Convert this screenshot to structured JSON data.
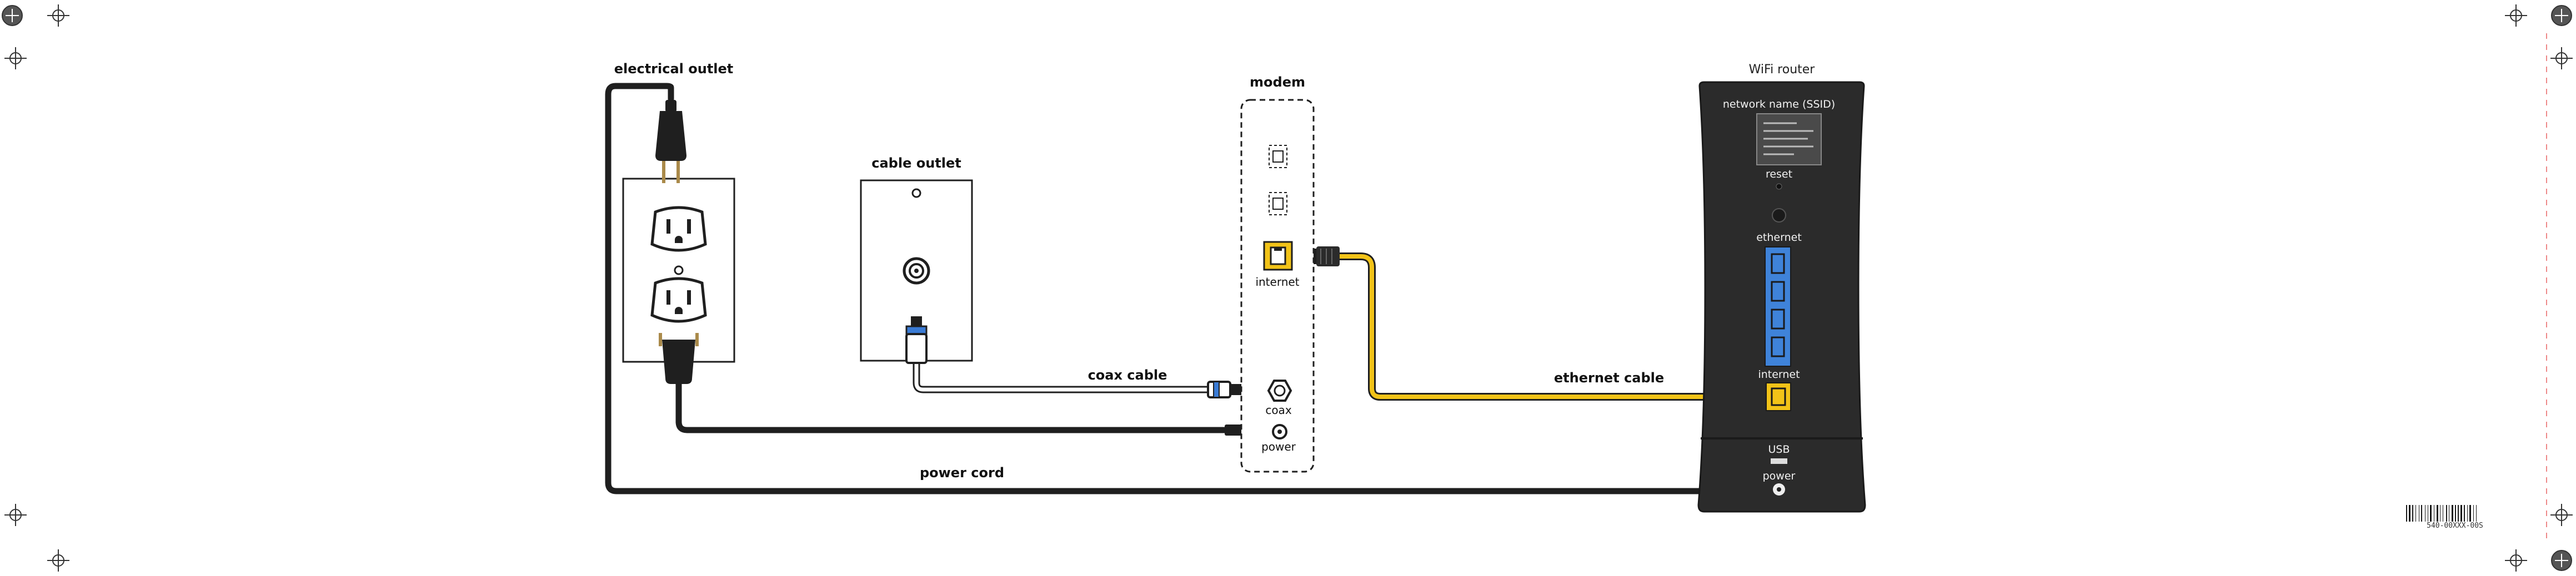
{
  "labels": {
    "electrical_outlet": "electrical outlet",
    "cable_outlet": "cable outlet",
    "modem": "modem",
    "wifi_router": "WiFi router",
    "coax_cable": "coax cable",
    "ethernet_cable": "ethernet cable",
    "power_cord": "power cord"
  },
  "modem_ports": {
    "internet": "internet",
    "coax": "coax",
    "power": "power"
  },
  "router_ports": {
    "ssid_label": "network name (SSID)",
    "reset": "reset",
    "ethernet": "ethernet",
    "internet": "internet",
    "usb": "USB",
    "power": "power"
  },
  "barcode": {
    "number": "540-00XXX-00S"
  },
  "colors": {
    "cable_dark": "#1f1f1f",
    "ethernet_yellow": "#f2c318",
    "coax_blue": "#3a7bd5",
    "router_body": "#2b2b2b",
    "router_ports_blue": "#3f83d9"
  }
}
